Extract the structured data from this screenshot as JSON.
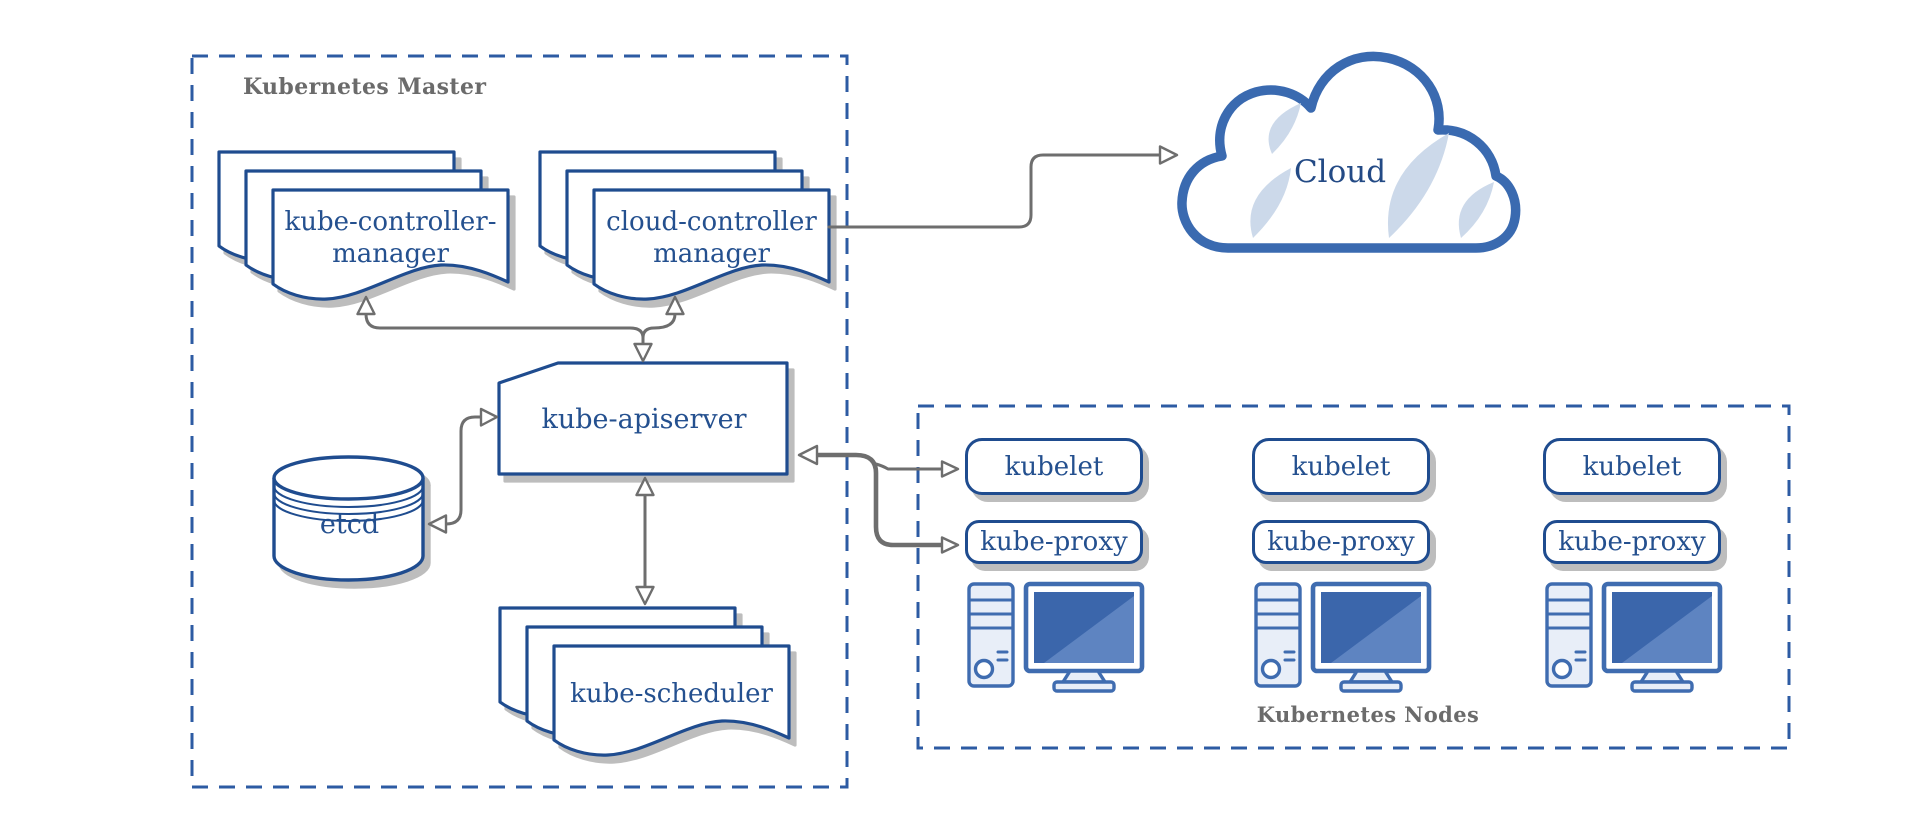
{
  "diagram": {
    "master": {
      "title": "Kubernetes Master",
      "kube_controller_manager": {
        "line1": "kube-controller-",
        "line2": "manager"
      },
      "cloud_controller_manager": {
        "line1": "cloud-controller",
        "line2": "manager"
      },
      "kube_apiserver": "kube-apiserver",
      "etcd": "etcd",
      "kube_scheduler": "kube-scheduler"
    },
    "cloud": {
      "label": "Cloud"
    },
    "nodes": {
      "title": "Kubernetes Nodes",
      "items": [
        {
          "kubelet": "kubelet",
          "kube_proxy": "kube-proxy"
        },
        {
          "kubelet": "kubelet",
          "kube_proxy": "kube-proxy"
        },
        {
          "kubelet": "kubelet",
          "kube_proxy": "kube-proxy"
        }
      ]
    },
    "icons": {
      "cloud": "cloud-icon",
      "machine": "desktop-computer-icon",
      "etcd": "database-cylinder-icon",
      "documents": "stacked-documents-icon"
    },
    "colors": {
      "shape_border": "#1f4c8f",
      "dashed_border": "#2d5ba3",
      "label_text": "#24508f",
      "title_text": "#6b6b6b",
      "arrow": "#6e6e6e",
      "shadow": "#bdbdbd",
      "icon_fill": "#e8eef8",
      "screen_fill": "#3b66ab",
      "cloud_accent": "#ccd9ea"
    }
  }
}
